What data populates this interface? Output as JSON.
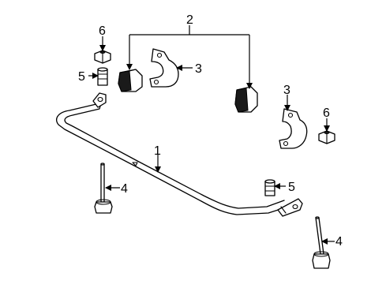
{
  "callouts": {
    "c1": "1",
    "c2": "2",
    "c3a": "3",
    "c3b": "3",
    "c4a": "4",
    "c4b": "4",
    "c5a": "5",
    "c5b": "5",
    "c6a": "6",
    "c6b": "6"
  },
  "parts": [
    {
      "ref": "1",
      "name": "stabilizer-bar"
    },
    {
      "ref": "2",
      "name": "bushing"
    },
    {
      "ref": "3",
      "name": "bracket"
    },
    {
      "ref": "4",
      "name": "link"
    },
    {
      "ref": "5",
      "name": "stud"
    },
    {
      "ref": "6",
      "name": "nut"
    }
  ]
}
